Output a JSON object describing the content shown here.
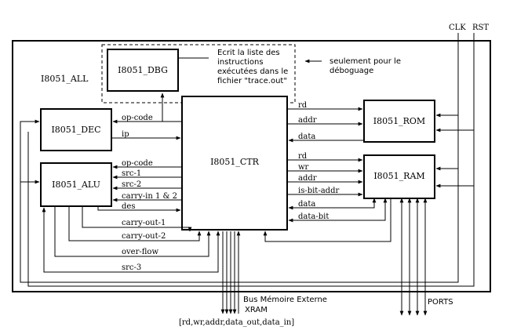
{
  "system": {
    "name": "I8051_ALL",
    "clk": "CLK",
    "rst": "RST"
  },
  "blocks": {
    "dbg": "I8051_DBG",
    "dec": "I8051_DEC",
    "alu": "I8051_ALU",
    "ctr": "I8051_CTR",
    "rom": "I8051_ROM",
    "ram": "I8051_RAM"
  },
  "notes": {
    "dbg_desc": [
      "Ecrit la liste des",
      "instructions",
      "exécutées dans le",
      "fichier \"trace.out\""
    ],
    "debug_only": [
      "seulement pour le",
      "déboguage"
    ]
  },
  "signals": {
    "dec": [
      "op-code",
      "ip"
    ],
    "alu": [
      "op-code",
      "src-1",
      "src-2",
      "carry-in 1 & 2",
      "des",
      "carry-out-1",
      "carry-out-2",
      "over-flow",
      "src-3"
    ],
    "rom": [
      "rd",
      "addr",
      "data"
    ],
    "ram": [
      "rd",
      "wr",
      "addr",
      "is-bit-addr",
      "data",
      "data-bit"
    ]
  },
  "bus": {
    "title": "Bus Mémoire Externe",
    "name": "XRAM",
    "signals": "[rd,wr,addr,data_out,data_in]"
  },
  "ports": "PORTS"
}
